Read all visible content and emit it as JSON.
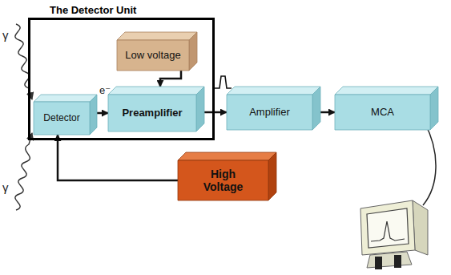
{
  "diagram": {
    "nodes": [
      {
        "text": [
          "The Detector Unit"
        ]
      },
      {
        "text": [
          "Low voltage"
        ],
        "in": 0
      },
      {
        "text": [
          "Detector"
        ],
        "in": 0
      },
      {
        "text": [
          "Preamplifier"
        ],
        "in": 0
      },
      {
        "text": [
          "Amplifier"
        ]
      },
      {
        "text": [
          "MCA"
        ]
      },
      {
        "text": [
          "High Voltage"
        ]
      }
    ],
    "edges": [
      {
        "from": 2,
        "to": 3,
        "arrow": "to"
      },
      {
        "from": 1,
        "to": 3,
        "arrow": "to"
      },
      {
        "from": 3,
        "to": 4,
        "arrow": "to"
      },
      {
        "from": 4,
        "to": 5,
        "arrow": "to"
      },
      {
        "from": 6,
        "to": 2,
        "arrow": "to"
      }
    ],
    "labels": [
      "γ",
      "γ",
      "e⁻"
    ]
  }
}
